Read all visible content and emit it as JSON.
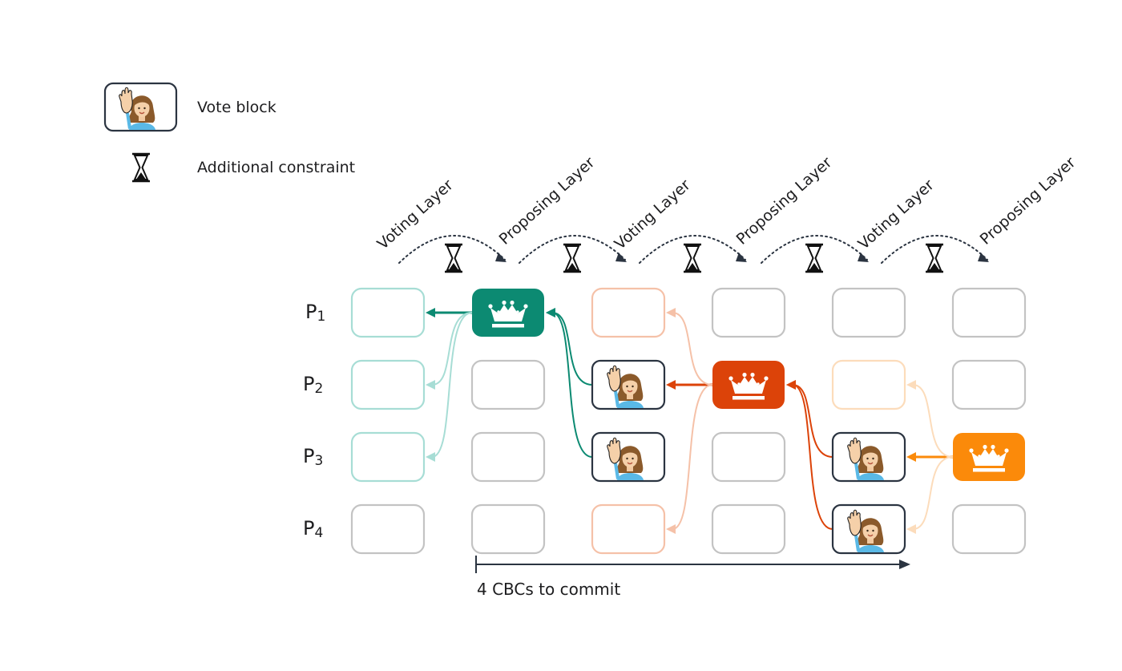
{
  "legend": {
    "vote_label": "Vote block",
    "constraint_label": "Additional constraint"
  },
  "layers": [
    "Voting Layer",
    "Proposing Layer",
    "Voting Layer",
    "Proposing Layer",
    "Voting Layer",
    "Proposing Layer"
  ],
  "processes": [
    {
      "main": "P",
      "sub": "1"
    },
    {
      "main": "P",
      "sub": "2"
    },
    {
      "main": "P",
      "sub": "3"
    },
    {
      "main": "P",
      "sub": "4"
    }
  ],
  "commit_label": "4 CBCs to commit",
  "colors": {
    "teal": "#0c8a72",
    "teal_light": "#a7ddd5",
    "red": "#dc4309",
    "red_light": "#f5c1a8",
    "orange": "#fb8a0a",
    "orange_light": "#fcdcbb",
    "gray": "#c3c3c3",
    "dark": "#2b3441"
  },
  "blocks": [
    {
      "row": 0,
      "col": 0,
      "kind": "empty",
      "tone": "teal_light"
    },
    {
      "row": 0,
      "col": 1,
      "kind": "leader",
      "tone": "teal"
    },
    {
      "row": 0,
      "col": 2,
      "kind": "empty",
      "tone": "red_light"
    },
    {
      "row": 0,
      "col": 3,
      "kind": "empty",
      "tone": "gray"
    },
    {
      "row": 0,
      "col": 4,
      "kind": "empty",
      "tone": "gray"
    },
    {
      "row": 0,
      "col": 5,
      "kind": "empty",
      "tone": "gray"
    },
    {
      "row": 1,
      "col": 0,
      "kind": "empty",
      "tone": "teal_light"
    },
    {
      "row": 1,
      "col": 1,
      "kind": "empty",
      "tone": "gray"
    },
    {
      "row": 1,
      "col": 2,
      "kind": "vote",
      "tone": "dark"
    },
    {
      "row": 1,
      "col": 3,
      "kind": "leader",
      "tone": "red"
    },
    {
      "row": 1,
      "col": 4,
      "kind": "empty",
      "tone": "orange_light"
    },
    {
      "row": 1,
      "col": 5,
      "kind": "empty",
      "tone": "gray"
    },
    {
      "row": 2,
      "col": 0,
      "kind": "empty",
      "tone": "teal_light"
    },
    {
      "row": 2,
      "col": 1,
      "kind": "empty",
      "tone": "gray"
    },
    {
      "row": 2,
      "col": 2,
      "kind": "vote",
      "tone": "dark"
    },
    {
      "row": 2,
      "col": 3,
      "kind": "empty",
      "tone": "gray"
    },
    {
      "row": 2,
      "col": 4,
      "kind": "vote",
      "tone": "dark"
    },
    {
      "row": 2,
      "col": 5,
      "kind": "leader",
      "tone": "orange"
    },
    {
      "row": 3,
      "col": 0,
      "kind": "empty",
      "tone": "gray"
    },
    {
      "row": 3,
      "col": 1,
      "kind": "empty",
      "tone": "gray"
    },
    {
      "row": 3,
      "col": 2,
      "kind": "empty",
      "tone": "red_light"
    },
    {
      "row": 3,
      "col": 3,
      "kind": "empty",
      "tone": "gray"
    },
    {
      "row": 3,
      "col": 4,
      "kind": "vote",
      "tone": "dark"
    },
    {
      "row": 3,
      "col": 5,
      "kind": "empty",
      "tone": "gray"
    }
  ],
  "references": [
    {
      "from": [
        0,
        1
      ],
      "to": [
        0,
        0
      ],
      "tone": "teal",
      "straight": true
    },
    {
      "from": [
        0,
        1
      ],
      "to": [
        1,
        0
      ],
      "tone": "teal_light"
    },
    {
      "from": [
        0,
        1
      ],
      "to": [
        2,
        0
      ],
      "tone": "teal_light"
    },
    {
      "from": [
        1,
        2
      ],
      "to": [
        0,
        1
      ],
      "tone": "teal"
    },
    {
      "from": [
        2,
        2
      ],
      "to": [
        0,
        1
      ],
      "tone": "teal"
    },
    {
      "from": [
        1,
        3
      ],
      "to": [
        1,
        2
      ],
      "tone": "red",
      "straight": true
    },
    {
      "from": [
        1,
        3
      ],
      "to": [
        0,
        2
      ],
      "tone": "red_light"
    },
    {
      "from": [
        1,
        3
      ],
      "to": [
        3,
        2
      ],
      "tone": "red_light"
    },
    {
      "from": [
        2,
        4
      ],
      "to": [
        1,
        3
      ],
      "tone": "red"
    },
    {
      "from": [
        3,
        4
      ],
      "to": [
        1,
        3
      ],
      "tone": "red"
    },
    {
      "from": [
        2,
        5
      ],
      "to": [
        2,
        4
      ],
      "tone": "orange",
      "straight": true
    },
    {
      "from": [
        2,
        5
      ],
      "to": [
        1,
        4
      ],
      "tone": "orange_light"
    },
    {
      "from": [
        2,
        5
      ],
      "to": [
        3,
        4
      ],
      "tone": "orange_light"
    }
  ]
}
